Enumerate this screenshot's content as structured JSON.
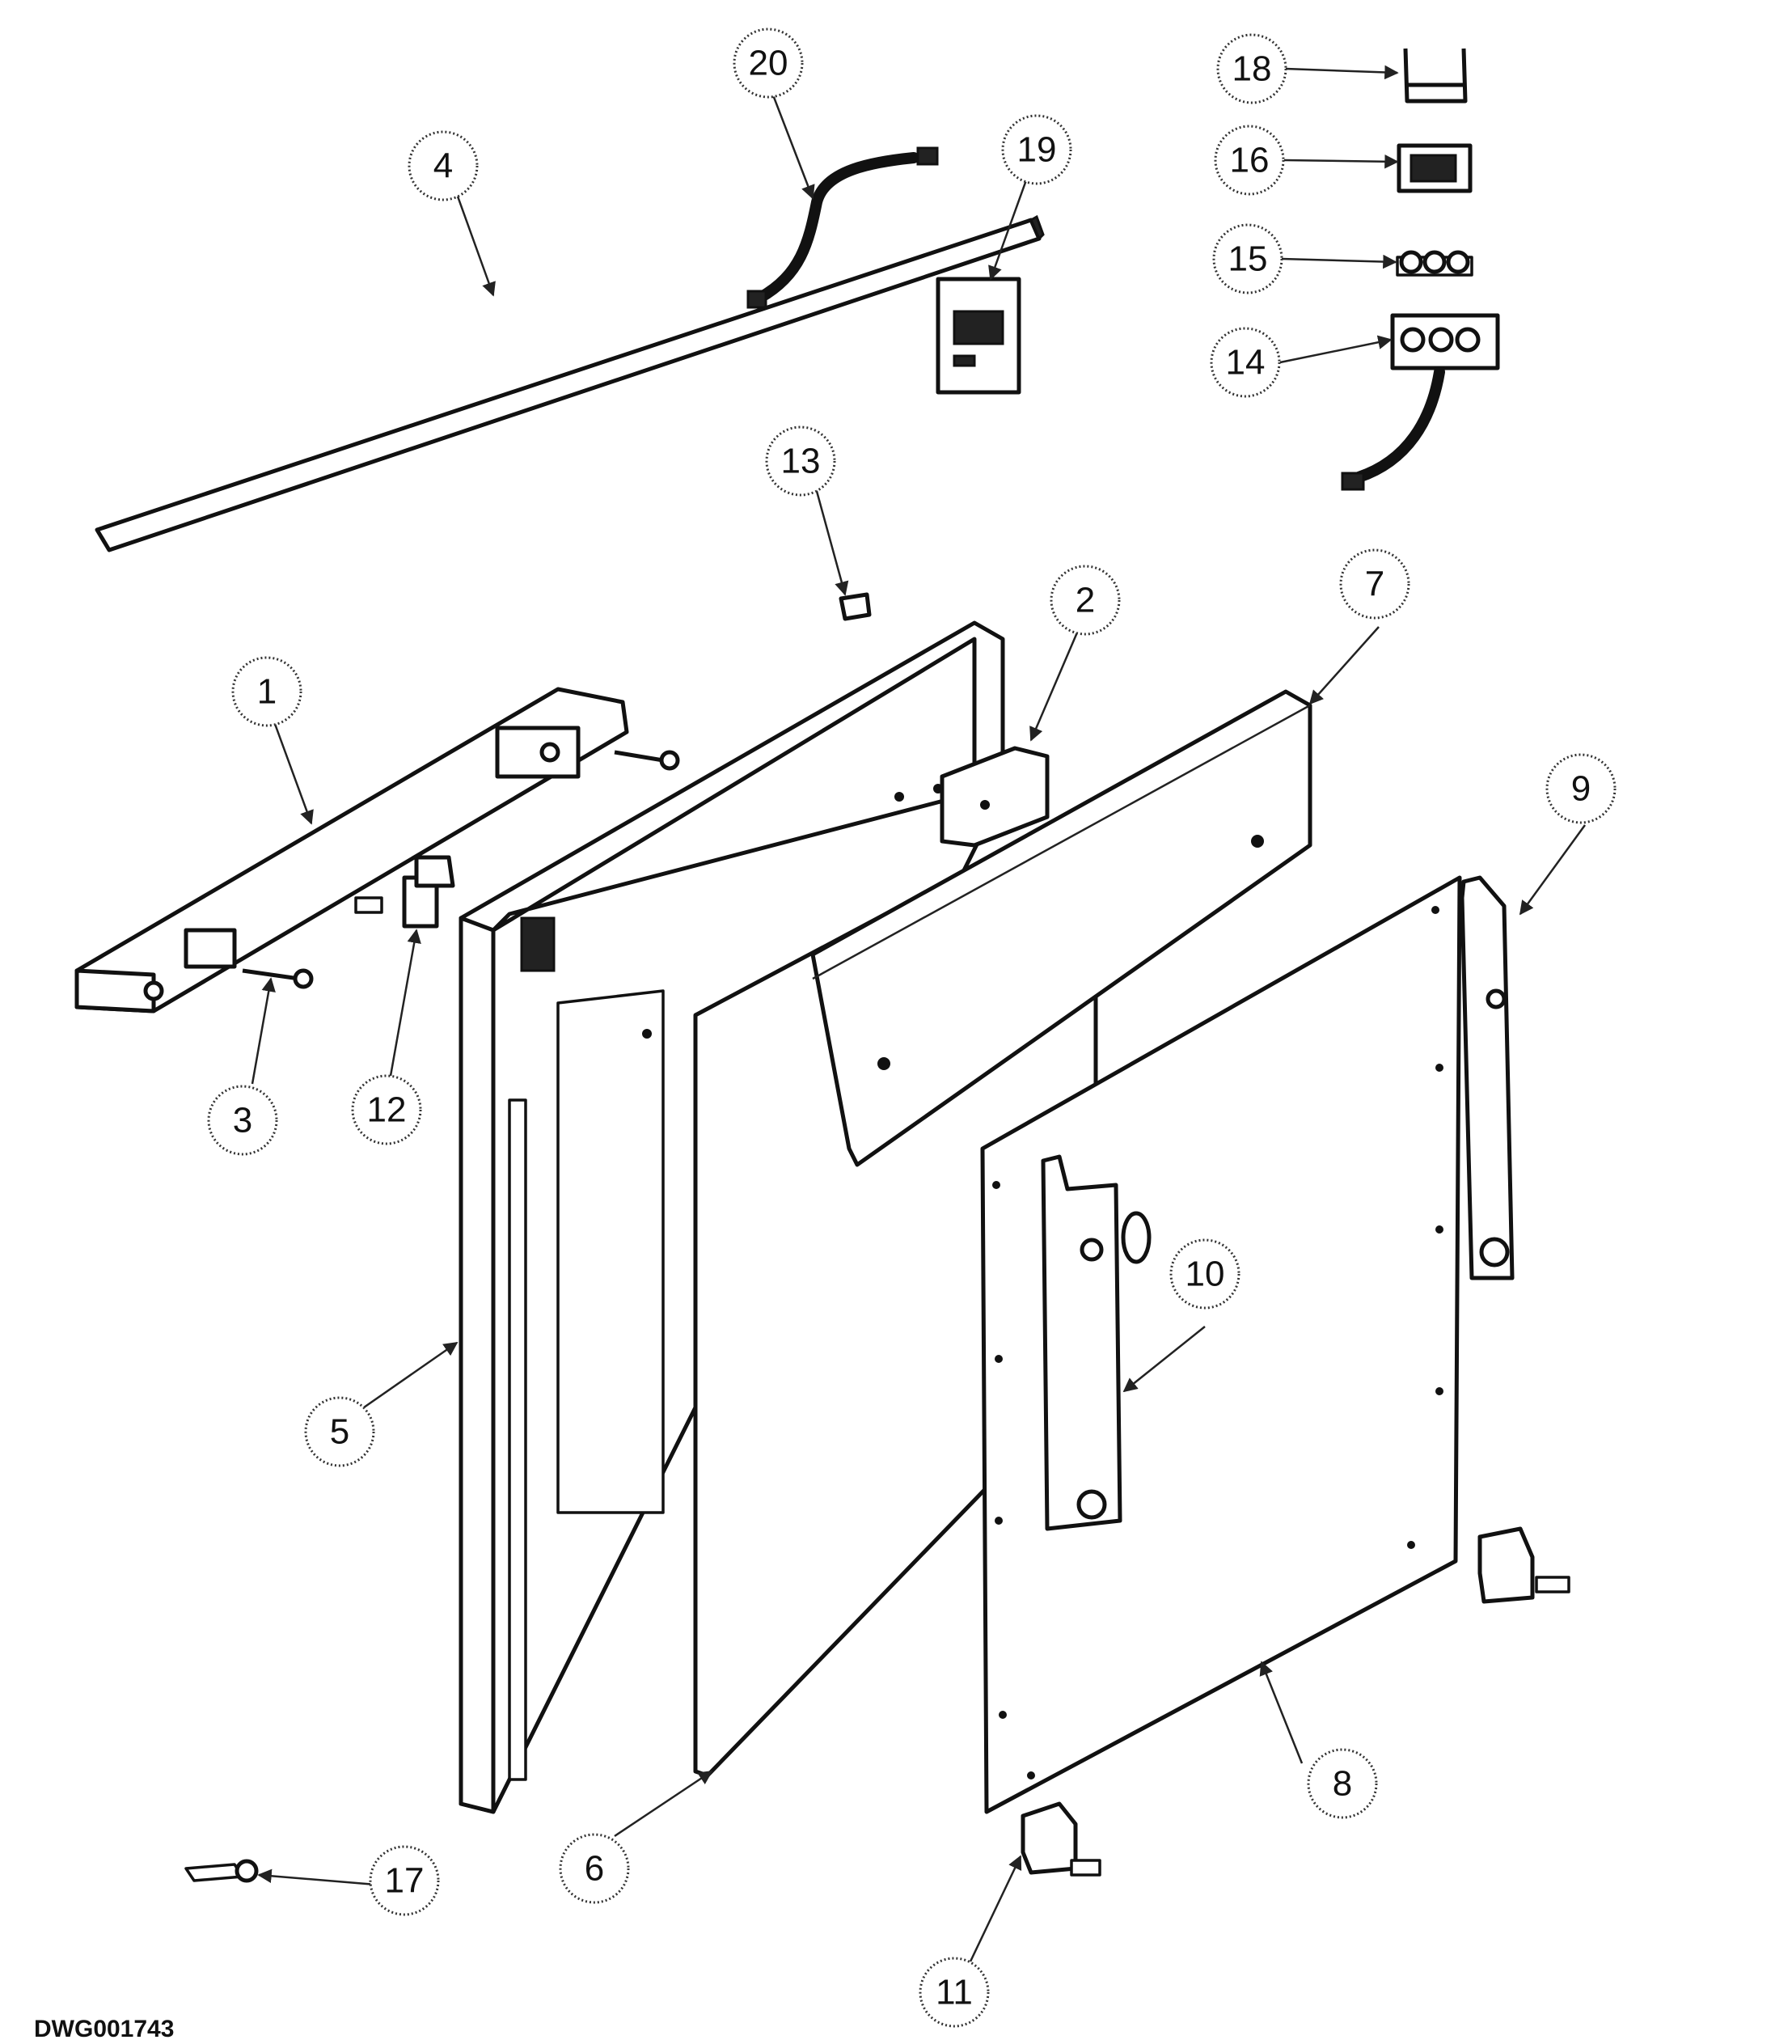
{
  "drawing_id": "DWG001743",
  "callouts": [
    {
      "label": "1"
    },
    {
      "label": "2"
    },
    {
      "label": "3"
    },
    {
      "label": "4"
    },
    {
      "label": "5"
    },
    {
      "label": "6"
    },
    {
      "label": "7"
    },
    {
      "label": "8"
    },
    {
      "label": "9"
    },
    {
      "label": "10"
    },
    {
      "label": "11"
    },
    {
      "label": "12"
    },
    {
      "label": "13"
    },
    {
      "label": "14"
    },
    {
      "label": "15"
    },
    {
      "label": "16"
    },
    {
      "label": "17"
    },
    {
      "label": "18"
    },
    {
      "label": "19"
    },
    {
      "label": "20"
    }
  ]
}
